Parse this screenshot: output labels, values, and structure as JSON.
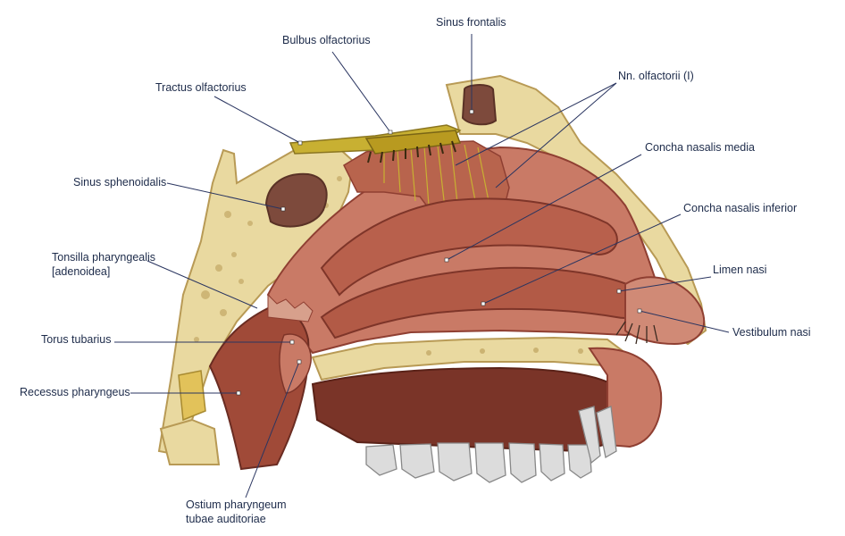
{
  "labels": {
    "sinus_frontalis": "Sinus frontalis",
    "bulbus_olfactorius": "Bulbus olfactorius",
    "nn_olfactorii": "Nn. olfactorii (I)",
    "tractus_olfactorius": "Tractus olfactorius",
    "concha_nasalis_media": "Concha nasalis media",
    "sinus_sphenoidalis": "Sinus sphenoidalis",
    "concha_nasalis_inferior": "Concha nasalis inferior",
    "tonsilla_pharyngealis_line1": "Tonsilla pharyngealis",
    "tonsilla_pharyngealis_line2": "[adenoidea]",
    "limen_nasi": "Limen nasi",
    "vestibulum_nasi": "Vestibulum nasi",
    "torus_tubarius": "Torus tubarius",
    "recessus_pharyngeus": "Recessus pharyngeus",
    "ostium_line1": "Ostium pharyngeum",
    "ostium_line2": "tubae auditoriae"
  },
  "colors": {
    "label_text": "#1d2b4a",
    "leader_line": "#2a3560",
    "bone": "#e9d9a0",
    "bone_dark": "#b89a55",
    "mucosa": "#c97a66",
    "mucosa_dark": "#8f3f32",
    "cavity": "#7a3428",
    "nerve": "#c8b032",
    "teeth": "#dcdcdc"
  }
}
